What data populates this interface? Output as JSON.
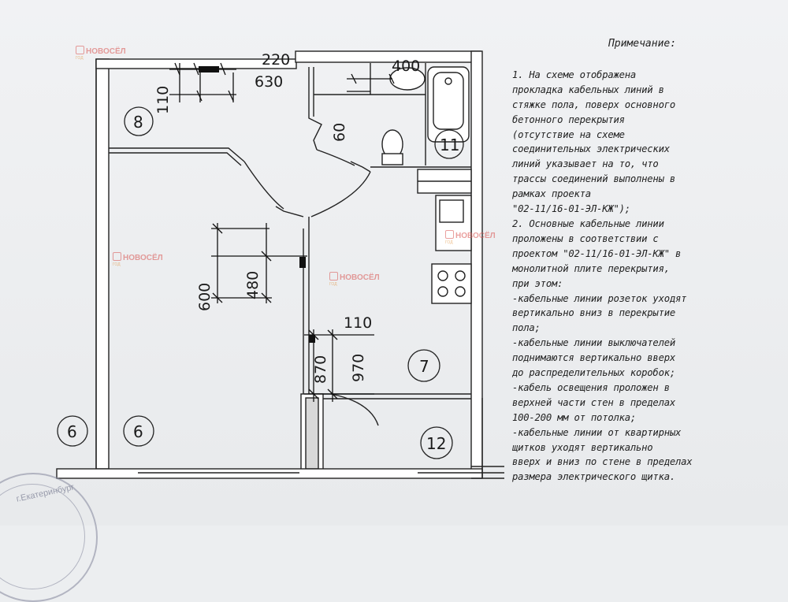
{
  "plan": {
    "dimensions": {
      "d220": "220",
      "d630": "630",
      "d110_top": "110",
      "d400": "400",
      "d60": "60",
      "d600": "600",
      "d480": "480",
      "d110_mid": "110",
      "d870": "870",
      "d970": "970"
    },
    "room_numbers": {
      "r8": "8",
      "r11": "11",
      "r7": "7",
      "r12": "12",
      "r6_outer": "6",
      "r6_inner": "6"
    }
  },
  "note": {
    "title": "Примечание:",
    "lines": [
      "1. На схеме отображена",
      "прокладка кабельных линий в",
      "стяжке пола, поверх основного",
      "бетонного перекрытия",
      "(отсутствие на схеме",
      "соединительных электрических",
      "линий указывает на то, что",
      "трассы соединений выполнены в",
      "рамках проекта",
      "\"02-11/16-01-ЭЛ-КЖ\");",
      "2. Основные кабельные линии",
      "проложены в соответствии с",
      "проектом \"02-11/16-01-ЭЛ-КЖ\" в",
      "монолитной плите перекрытия,",
      "при этом:",
      "-кабельные линии розеток уходят",
      "вертикально вниз в перекрытие",
      "пола;",
      "-кабельные линии выключателей",
      "поднимаются вертикально вверх",
      "до распределительных коробок;",
      "-кабель освещения проложен в",
      "верхней части стен в пределах",
      "100-200 мм от потолка;",
      "-кабельные линии от квартирных",
      "щитков уходят вертикально",
      "вверх и вниз по стене в пределах",
      "размера электрического щитка."
    ]
  },
  "watermark": {
    "brand": "НОВОСЁЛ",
    "tagline": "ГОД"
  },
  "stamp": {
    "text": "г.Екатеринбург"
  }
}
